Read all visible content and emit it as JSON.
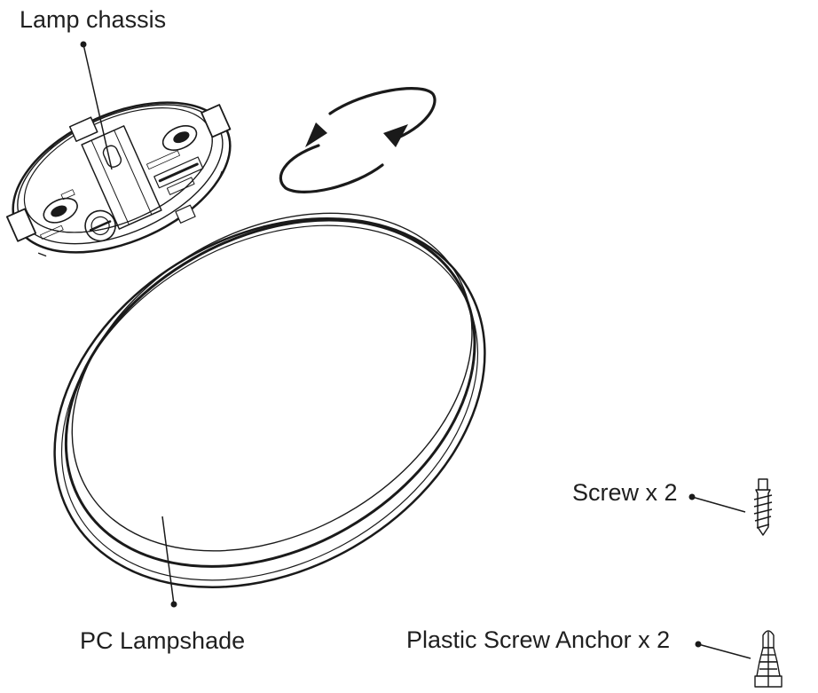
{
  "labels": {
    "lamp_chassis": "Lamp chassis",
    "pc_lampshade": "PC Lampshade",
    "screw": "Screw x 2",
    "anchor": "Plastic Screw Anchor x 2"
  },
  "colors": {
    "line": "#1a1a1a",
    "text": "#1f1f1f",
    "background": "#ffffff"
  },
  "icons": [
    "rotation-arrows",
    "screw-icon",
    "plastic-anchor-icon",
    "lamp-chassis-drawing",
    "lampshade-drawing"
  ]
}
